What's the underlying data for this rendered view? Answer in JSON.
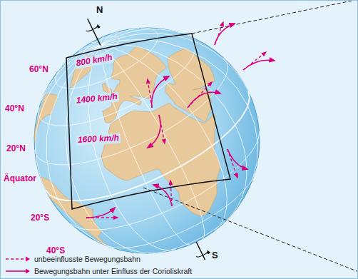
{
  "diagram": {
    "labels": [
      "N",
      "60°N",
      "800 km/h",
      "40°N",
      "1400 km/h",
      "20°N",
      "1600 km/h",
      "Äquator",
      "20°S",
      "40°S",
      "S"
    ],
    "legend": [
      {
        "text": "unbeeinflusste Bewegungsbahn"
      },
      {
        "text": "Bewegungsbahn unter Einfluss der Corioliskraft"
      }
    ]
  }
}
